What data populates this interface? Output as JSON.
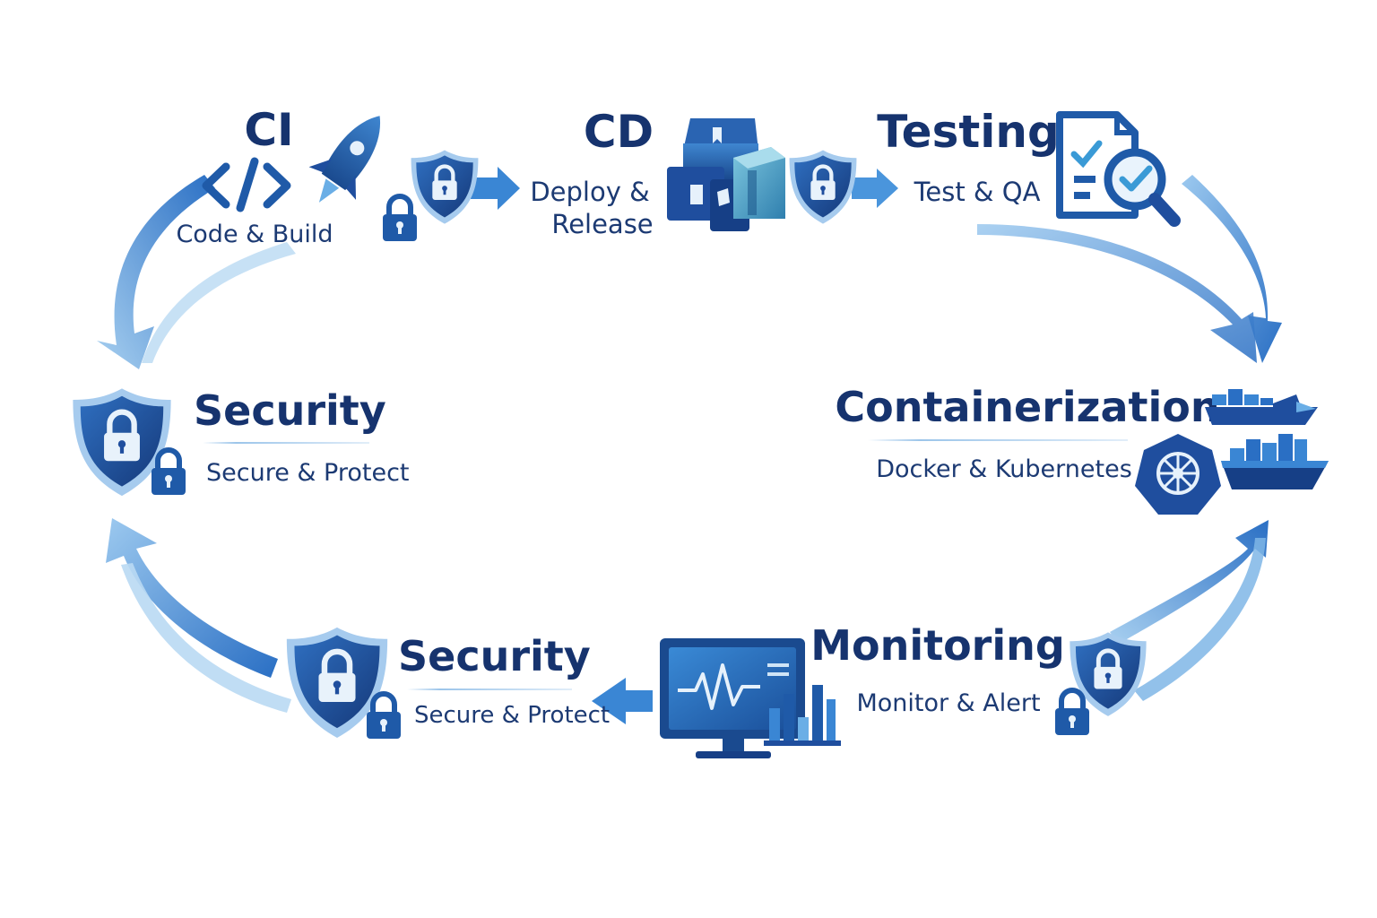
{
  "nodes": {
    "ci": {
      "title": "CI",
      "subtitle": "Code & Build"
    },
    "cd": {
      "title": "CD",
      "subtitle_line1": "Deploy &",
      "subtitle_line2": "Release"
    },
    "testing": {
      "title": "Testing",
      "subtitle": "Test & QA"
    },
    "containerization": {
      "title": "Containerization",
      "subtitle": "Docker & Kubernetes"
    },
    "monitoring": {
      "title": "Monitoring",
      "subtitle": "Monitor & Alert"
    },
    "security_bottom": {
      "title": "Security",
      "subtitle": "Secure & Protect"
    },
    "security_left": {
      "title": "Security",
      "subtitle": "Secure & Protect"
    }
  },
  "colors": {
    "title_navy": "#16336e",
    "primary_blue": "#1f4e9e",
    "mid_blue": "#2f74c8",
    "light_blue": "#7db4e6",
    "arrow_blue": "#3a86d4"
  },
  "icons": [
    "code-icon",
    "rocket-icon",
    "shield-lock-icon",
    "padlock-icon",
    "package-boxes-icon",
    "clipboard-check-icon",
    "magnifier-icon",
    "kubernetes-helm-icon",
    "container-ship-icon",
    "monitor-pulse-icon",
    "bar-chart-icon"
  ]
}
